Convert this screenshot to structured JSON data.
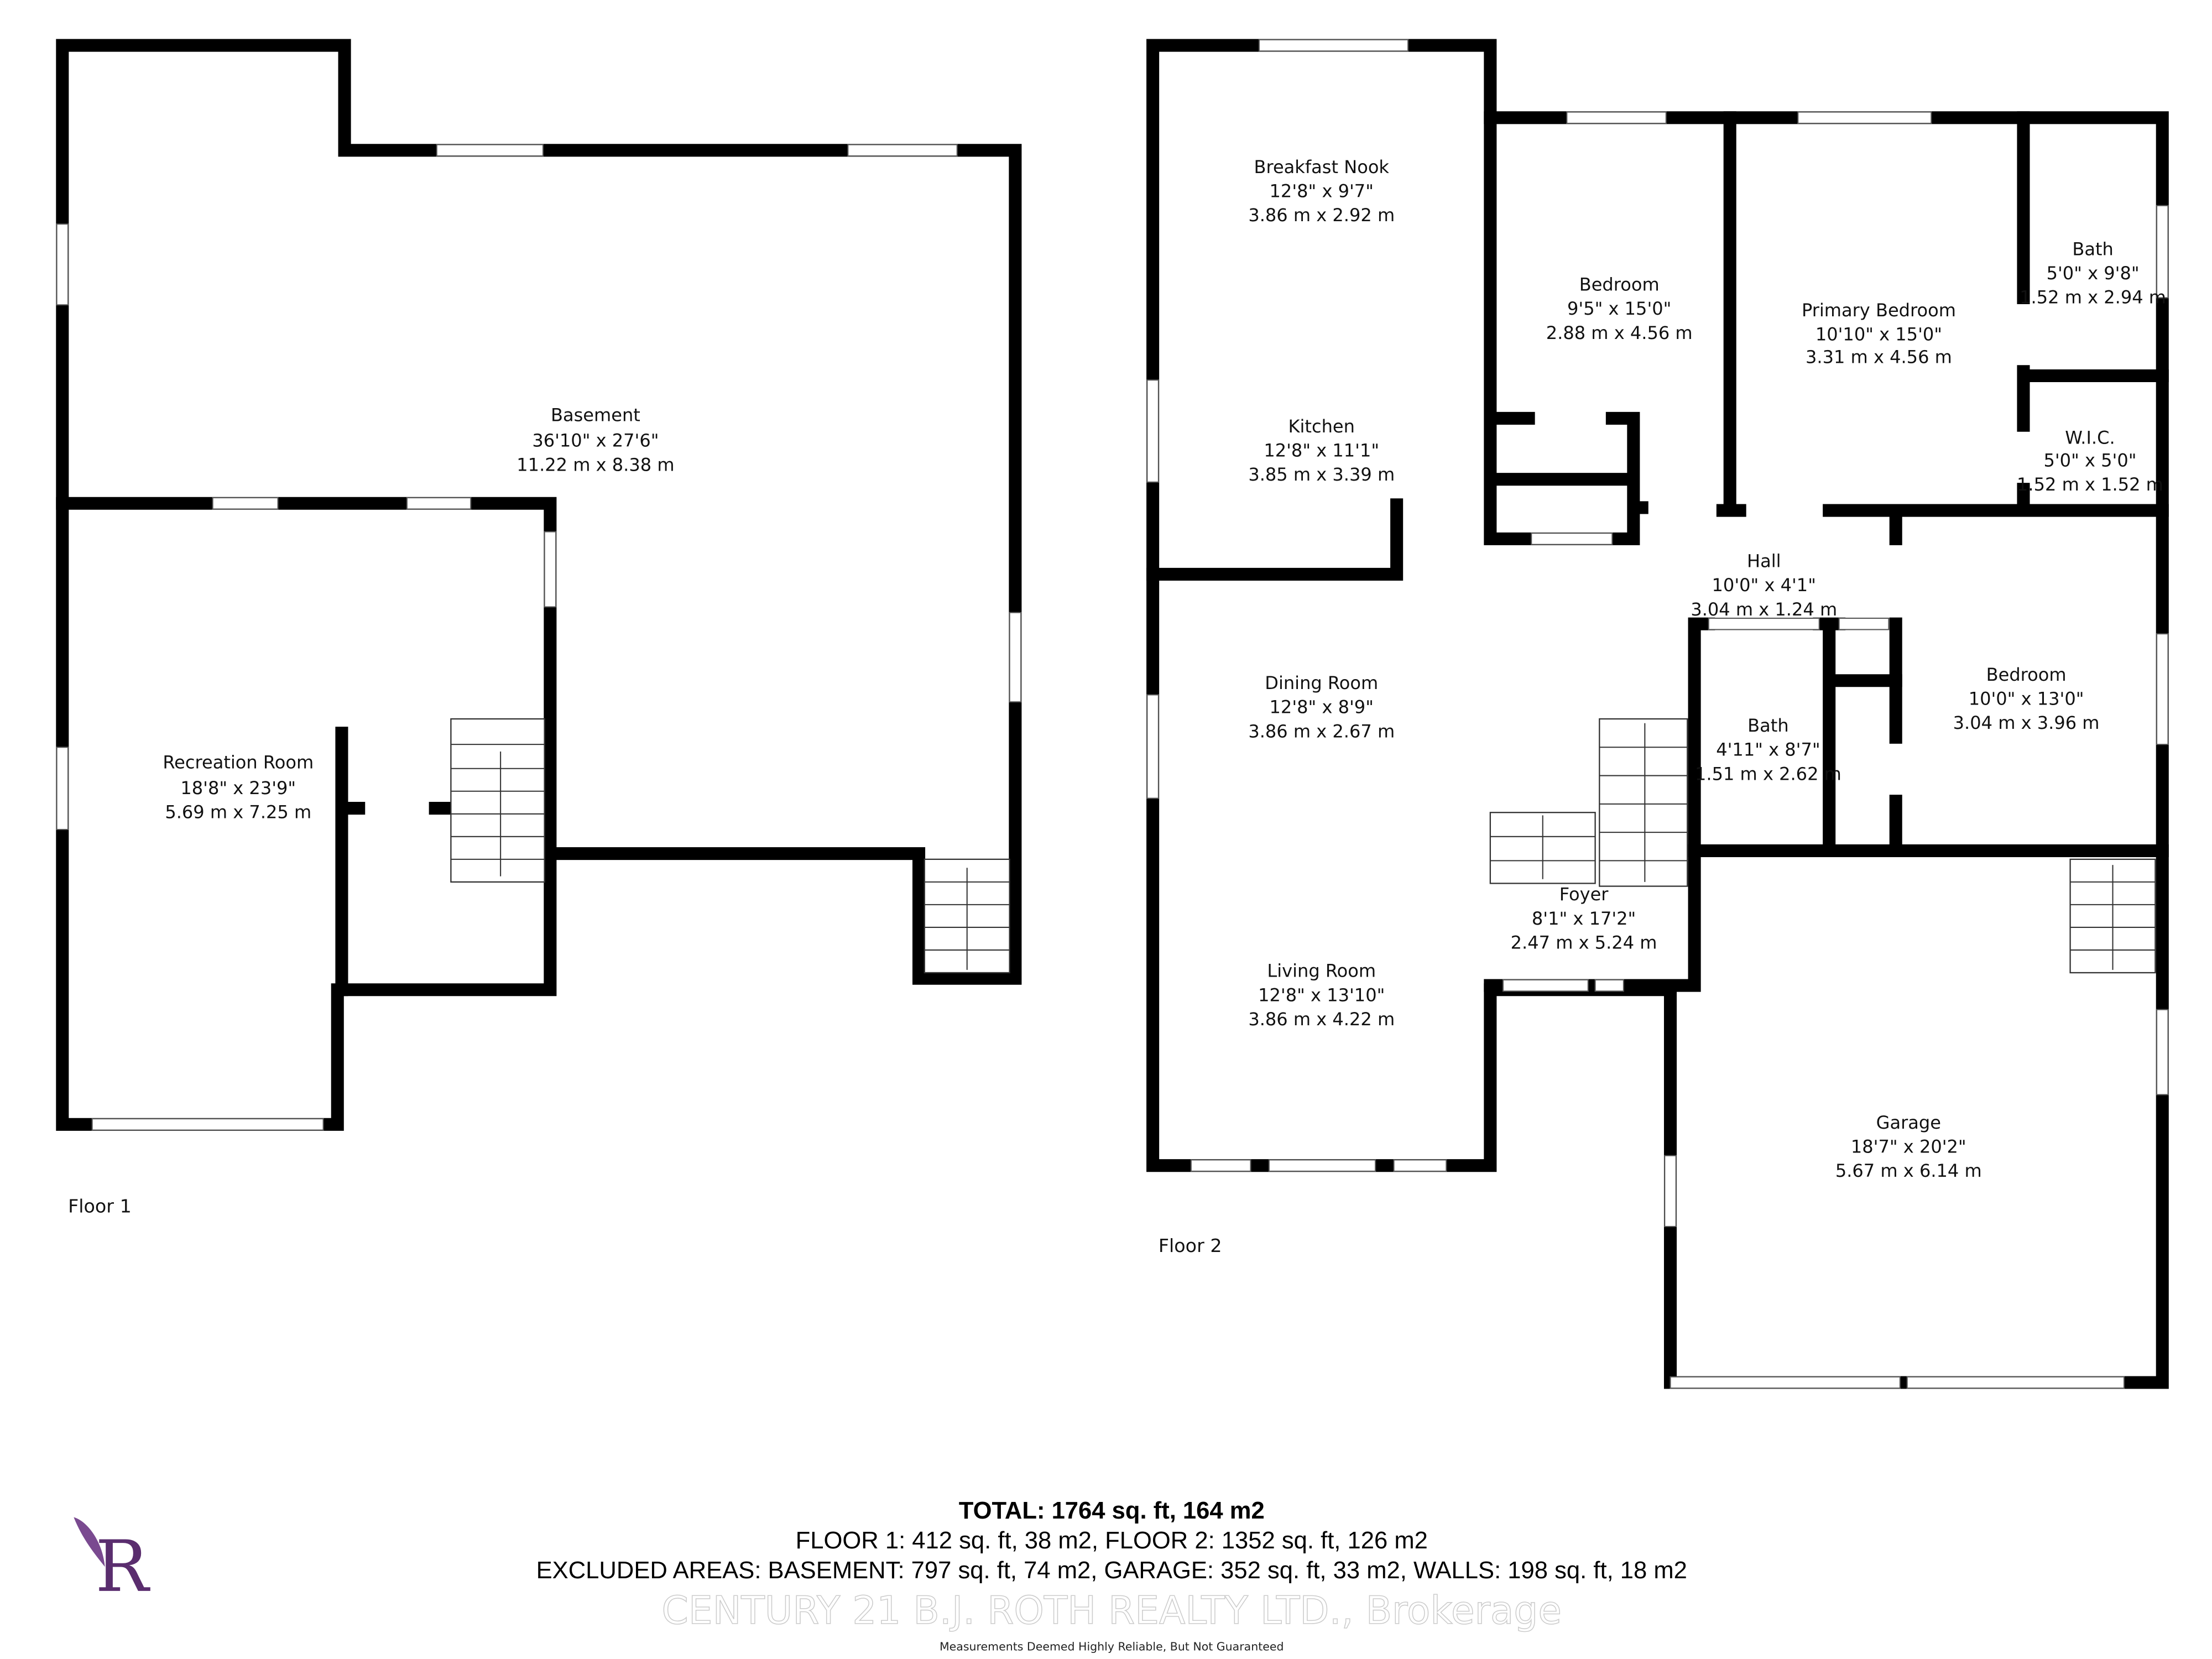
{
  "floor1": {
    "label": "Floor 1",
    "rooms": [
      {
        "name": "Basement",
        "imperial": "36'10\" x 27'6\"",
        "metric": "11.22 m x 8.38 m"
      },
      {
        "name": "Recreation Room",
        "imperial": "18'8\" x 23'9\"",
        "metric": "5.69 m x 7.25 m"
      }
    ]
  },
  "floor2": {
    "label": "Floor 2",
    "rooms": [
      {
        "name": "Breakfast Nook",
        "imperial": "12'8\" x 9'7\"",
        "metric": "3.86 m x 2.92 m"
      },
      {
        "name": "Kitchen",
        "imperial": "12'8\" x 11'1\"",
        "metric": "3.85 m x 3.39 m"
      },
      {
        "name": "Dining Room",
        "imperial": "12'8\" x 8'9\"",
        "metric": "3.86 m x 2.67 m"
      },
      {
        "name": "Living Room",
        "imperial": "12'8\" x 13'10\"",
        "metric": "3.86 m x 4.22 m"
      },
      {
        "name": "Bedroom",
        "imperial": "9'5\" x 15'0\"",
        "metric": "2.88 m x 4.56 m"
      },
      {
        "name": "Primary Bedroom",
        "imperial": "10'10\" x 15'0\"",
        "metric": "3.31 m x 4.56 m"
      },
      {
        "name": "Bath",
        "imperial": "5'0\" x 9'8\"",
        "metric": "1.52 m x 2.94 m"
      },
      {
        "name": "W.I.C.",
        "imperial": "5'0\" x 5'0\"",
        "metric": "1.52 m x 1.52 m"
      },
      {
        "name": "Hall",
        "imperial": "10'0\" x 4'1\"",
        "metric": "3.04 m x 1.24 m"
      },
      {
        "name": "Bedroom",
        "imperial": "10'0\" x 13'0\"",
        "metric": "3.04 m x 3.96 m"
      },
      {
        "name": "Bath",
        "imperial": "4'11\" x 8'7\"",
        "metric": "1.51 m x 2.62 m"
      },
      {
        "name": "Foyer",
        "imperial": "8'1\" x 17'2\"",
        "metric": "2.47 m x 5.24 m"
      },
      {
        "name": "Garage",
        "imperial": "18'7\" x 20'2\"",
        "metric": "5.67 m x 6.14 m"
      }
    ]
  },
  "summary": {
    "total": "TOTAL: 1764 sq. ft, 164 m2",
    "floors": "FLOOR 1: 412 sq. ft, 38 m2, FLOOR 2: 1352 sq. ft, 126 m2",
    "excluded": "EXCLUDED AREAS: BASEMENT: 797 sq. ft, 74 m2, GARAGE: 352 sq. ft, 33 m2, WALLS: 198 sq. ft, 18 m2"
  },
  "watermark": "CENTURY 21 B.J. ROTH REALTY LTD., Brokerage",
  "disclaimer": "Measurements Deemed Highly Reliable, But Not Guaranteed",
  "logo": {
    "letter": "R",
    "color": "#5a2d6e"
  }
}
